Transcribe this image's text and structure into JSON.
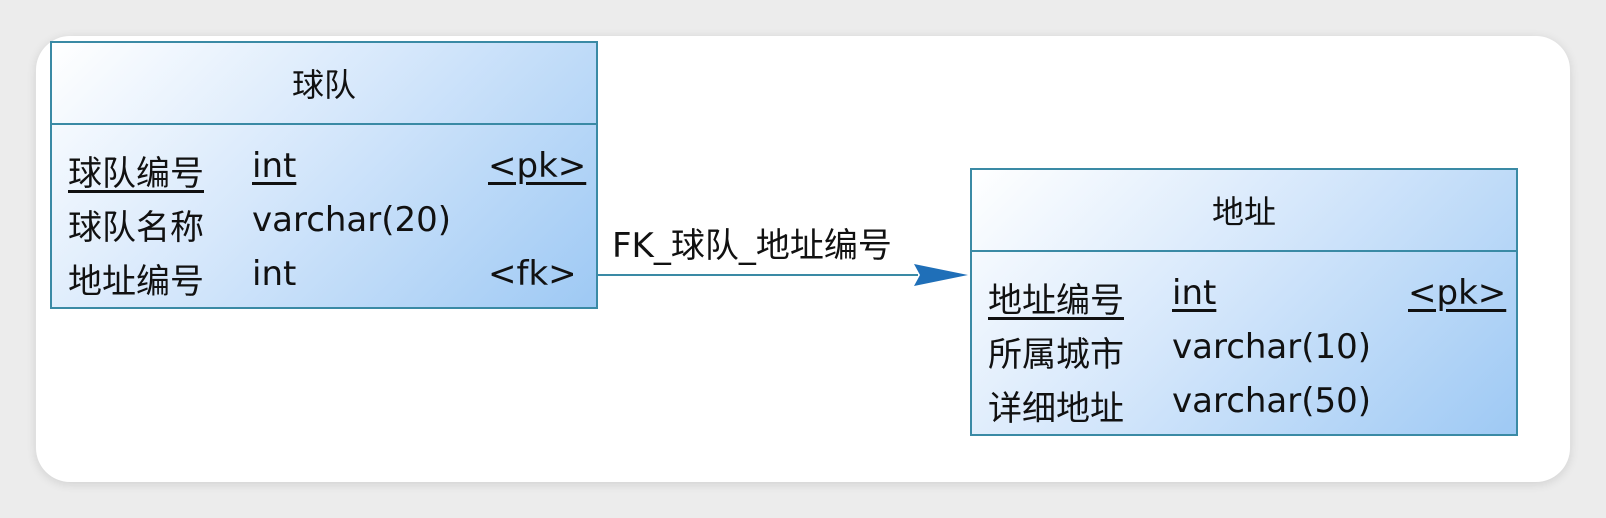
{
  "entities": [
    {
      "title": "球队",
      "attributes": [
        {
          "name": "球队编号",
          "type": "int",
          "key": "<pk>"
        },
        {
          "name": "球队名称",
          "type": "varchar(20)",
          "key": ""
        },
        {
          "name": "地址编号",
          "type": "int",
          "key": "<fk>"
        }
      ]
    },
    {
      "title": "地址",
      "attributes": [
        {
          "name": "地址编号",
          "type": "int",
          "key": "<pk>"
        },
        {
          "name": "所属城市",
          "type": "varchar(10)",
          "key": ""
        },
        {
          "name": "详细地址",
          "type": "varchar(50)",
          "key": ""
        }
      ]
    }
  ],
  "relationship": {
    "label": "FK_球队_地址编号"
  },
  "colors": {
    "border": "#3a8aa5",
    "arrow": "#1f6fb8"
  }
}
